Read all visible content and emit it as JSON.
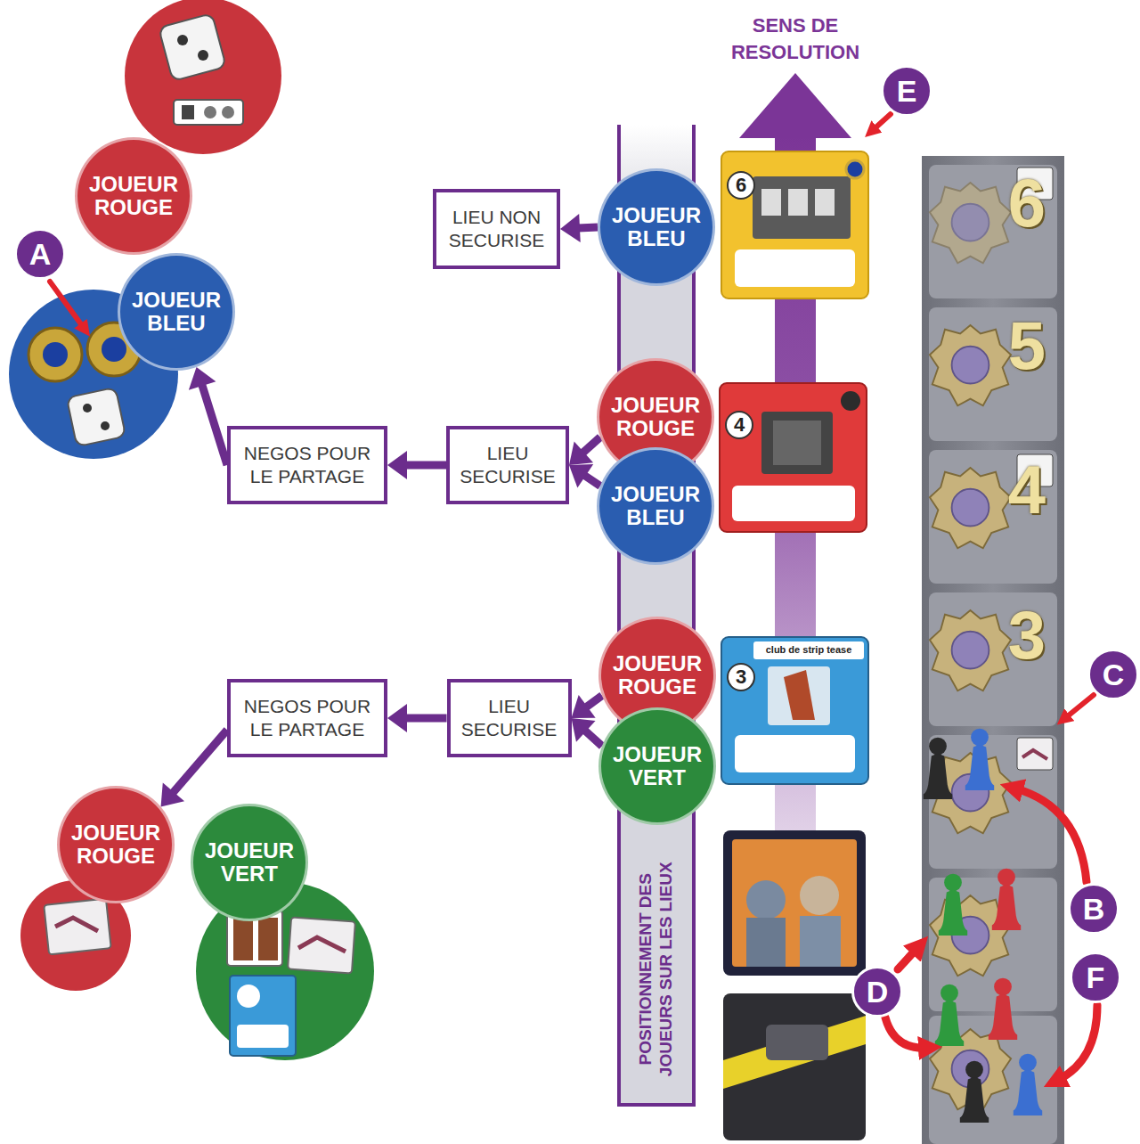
{
  "diagram": {
    "nodes": [
      {
        "text": [
          "JOUEUR ROUGE"
        ]
      },
      {
        "text": [
          "A"
        ]
      },
      {
        "text": [
          "JOUEUR BLEU"
        ]
      },
      {
        "text": [
          "E"
        ]
      },
      {
        "text": [
          "LIEU NON SECURISE"
        ]
      },
      {
        "text": [
          "JOUEUR BLEU"
        ]
      },
      {
        "text": [
          "NEGOS POUR LE PARTAGE"
        ]
      },
      {
        "text": [
          "LIEU SECURISE"
        ]
      },
      {
        "text": [
          "JOUEUR ROUGE"
        ]
      },
      {
        "text": [
          "JOUEUR BLEU"
        ]
      },
      {
        "text": [
          "C"
        ]
      },
      {
        "text": [
          "NEGOS POUR LE PARTAGE"
        ]
      },
      {
        "text": [
          "LIEU SECURISE"
        ]
      },
      {
        "text": [
          "JOUEUR ROUGE"
        ]
      },
      {
        "text": [
          "JOUEUR VERT"
        ]
      },
      {
        "text": [
          "POSITIONNEMENT DES JOUEURS SUR LES LIEUX"
        ]
      },
      {
        "text": [
          "B"
        ]
      },
      {
        "text": [
          "JOUEUR ROUGE"
        ]
      },
      {
        "text": [
          "JOUEUR VERT"
        ]
      },
      {
        "text": [
          "D"
        ]
      },
      {
        "text": [
          "F"
        ]
      }
    ],
    "edges": [
      {
        "from": 5,
        "to": 4,
        "arrow": "to"
      },
      {
        "from": 8,
        "to": 7,
        "arrow": "to"
      },
      {
        "from": 9,
        "to": 7,
        "arrow": "to"
      },
      {
        "from": 7,
        "to": 6,
        "arrow": "to"
      },
      {
        "from": 6,
        "to": 2,
        "arrow": "to"
      },
      {
        "from": 13,
        "to": 12,
        "arrow": "to"
      },
      {
        "from": 14,
        "to": 12,
        "arrow": "to"
      },
      {
        "from": 12,
        "to": 11,
        "arrow": "to"
      },
      {
        "from": 11,
        "to": 17,
        "arrow": "to"
      }
    ],
    "labels": [
      "SENS DE RESOLUTION",
      "6",
      "6",
      "5",
      "4",
      "4",
      "3",
      "club de strip tease",
      "3"
    ]
  }
}
